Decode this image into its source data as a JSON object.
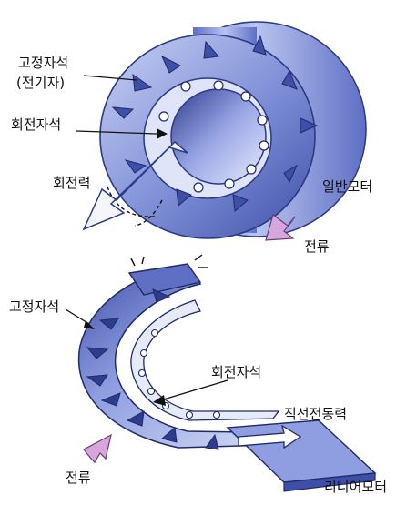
{
  "rotary": {
    "label_stator": "고정자석",
    "label_stator_sub": "(전기자)",
    "label_rotor": "회전자석",
    "label_torque": "회전력",
    "label_motor": "일반모터",
    "label_current": "전류"
  },
  "linear": {
    "label_stator": "고정자석",
    "label_rotor": "회전자석",
    "label_force": "직선전동력",
    "label_current": "전류",
    "label_motor": "리니어모터"
  },
  "colors": {
    "body": "#7d8ed6",
    "body_dark": "#3e4fa8",
    "body_light": "#c9d1f4",
    "current_arrow": "#d7a6dd",
    "force_arrow": "#ffffff"
  }
}
